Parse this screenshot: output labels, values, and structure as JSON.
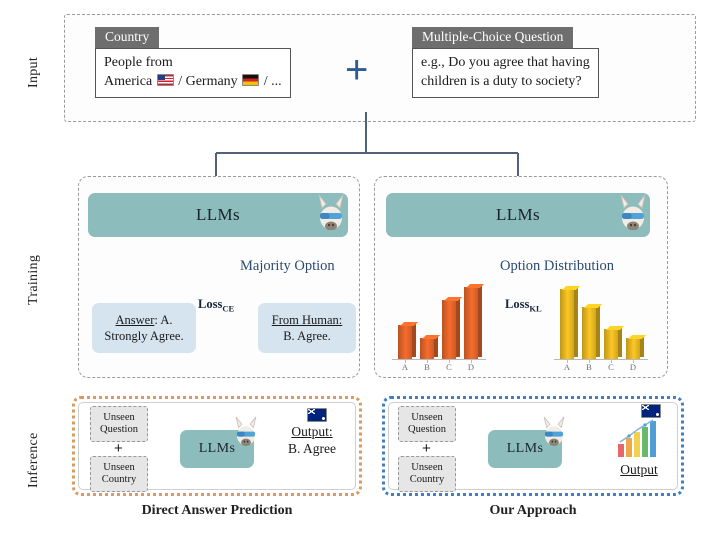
{
  "rows": [
    {
      "label": "Input"
    },
    {
      "label": "Training"
    },
    {
      "label": "Inference"
    }
  ],
  "input": {
    "country": {
      "tag": "Country",
      "line1": "People from",
      "line2_a": "America",
      "line2_sep1": " / ",
      "line2_b": "Germany",
      "line2_sep2": " / ...",
      "flag_a": "us-flag-icon",
      "flag_b": "de-flag-icon"
    },
    "plus": "+",
    "question": {
      "tag": "Multiple-Choice Question",
      "line1": "e.g., Do you agree that having",
      "line2": "children is a duty to society?"
    }
  },
  "training": {
    "left": {
      "llm_label": "LLMs",
      "heading": "Majority Option",
      "loss_main": "Loss",
      "loss_sub": "CE",
      "model_box": {
        "line1": "Answer",
        "line1_rest": ": A.",
        "line2": "Strongly Agree."
      },
      "human_box": {
        "line1": "From Human:",
        "line2": "B. Agree."
      }
    },
    "right": {
      "llm_label": "LLMs",
      "heading": "Option Distribution",
      "loss_main": "Loss",
      "loss_sub": "KL"
    }
  },
  "chart_data": [
    {
      "type": "bar",
      "name": "model-option-distribution",
      "title": "",
      "categories": [
        "A",
        "B",
        "C",
        "D"
      ],
      "values": [
        45,
        28,
        78,
        95
      ],
      "ylim": [
        0,
        100
      ],
      "color": "#e4642a",
      "xlabel": "",
      "ylabel": "",
      "grid": false,
      "legend": "none"
    },
    {
      "type": "bar",
      "name": "human-option-distribution",
      "title": "",
      "categories": [
        "A",
        "B",
        "C",
        "D"
      ],
      "values": [
        92,
        68,
        40,
        27
      ],
      "ylim": [
        0,
        100
      ],
      "color": "#e8b820",
      "xlabel": "",
      "ylabel": "",
      "grid": false,
      "legend": "none"
    }
  ],
  "inference": {
    "left": {
      "q_box_l1": "Unseen",
      "q_box_l2": "Question",
      "plus": "+",
      "c_box_l1": "Unseen",
      "c_box_l2": "Country",
      "llm_label": "LLMs",
      "flag": "au-flag-icon",
      "output_l1": "Output:",
      "output_l2": "B. Agree",
      "caption": "Direct Answer Prediction"
    },
    "right": {
      "q_box_l1": "Unseen",
      "q_box_l2": "Question",
      "plus": "+",
      "c_box_l1": "Unseen",
      "c_box_l2": "Country",
      "llm_label": "LLMs",
      "flag": "au-flag-icon",
      "output_l1": "Output",
      "caption": "Our Approach"
    }
  },
  "colors": {
    "teal": "#8cbcbb",
    "light_blue": "#d6e4ef",
    "heading_blue": "#2b4a72",
    "arrow_blue": "#2f5d8e",
    "orange_border": "#d79a62",
    "blue_border": "#3f7fc1",
    "tag_gray": "#6e6e6e"
  }
}
